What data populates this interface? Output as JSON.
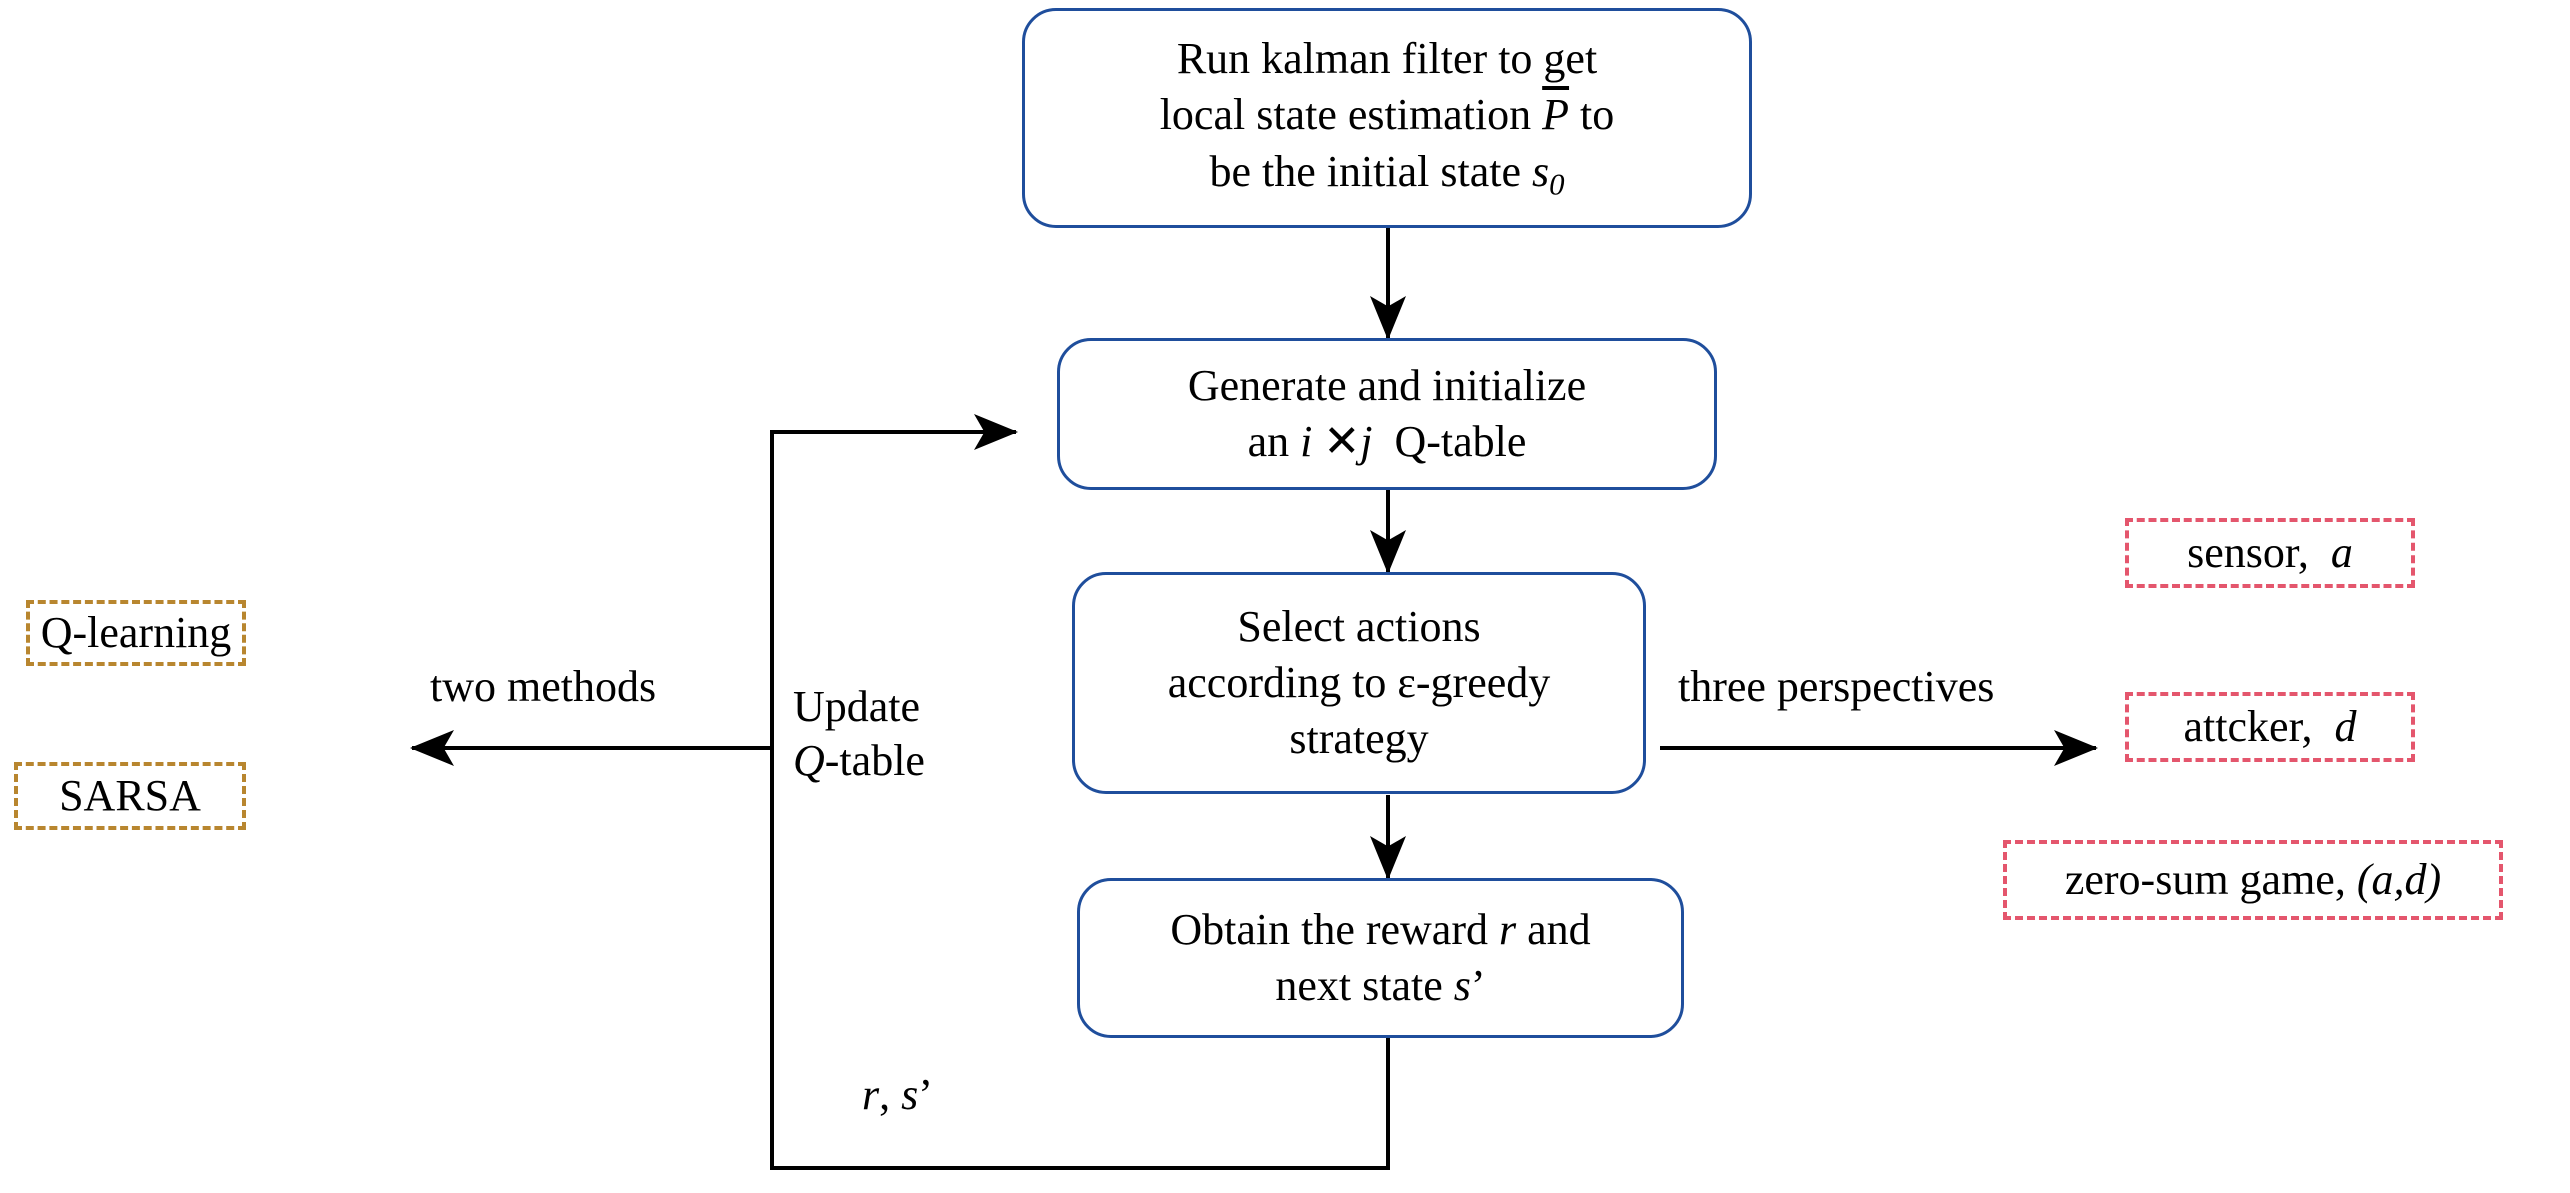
{
  "diagram": {
    "title": "Kalman-filter initialized reinforcement learning flowchart",
    "colors": {
      "process_border": "#1F4E9C",
      "methods_dashed_border": "#B8862F",
      "perspectives_dashed_border": "#E4566D",
      "arrow": "#000000",
      "background": "#FFFFFF"
    }
  },
  "process_boxes": [
    {
      "id": "kalman-init",
      "lines": [
        "Run kalman filter to get",
        "local state estimation P̄ to",
        "be the initial state s₀"
      ],
      "line1": "Run kalman filter to get",
      "line2_pre": "local state estimation ",
      "line2_sym": "P",
      "line2_post": " to",
      "line3_pre": "be the initial state ",
      "line3_sym": "s",
      "line3_sub": "0"
    },
    {
      "id": "generate-qtable",
      "line1": "Generate and initialize",
      "line2_pre": "an ",
      "line2_i": "i",
      "line2_times": "✕",
      "line2_j": "j",
      "line2_post": "Q-table"
    },
    {
      "id": "select-actions",
      "line1": "Select actions",
      "line2": "according to ε-greedy",
      "line3": "strategy"
    },
    {
      "id": "obtain-reward",
      "line1_pre": "Obtain the reward ",
      "line1_sym": "r",
      "line1_post": " and",
      "line2_pre": "next state ",
      "line2_sym": "s",
      "line2_post": "’"
    }
  ],
  "edge_labels": {
    "two_methods": "two methods",
    "three_perspectives": "three perspectives",
    "update_line1": "Update",
    "update_q": "Q",
    "update_line2_rest": "-table",
    "feedback_r": "r",
    "feedback_sep": ", ",
    "feedback_s": "s",
    "feedback_prime": "’"
  },
  "methods": [
    {
      "id": "q-learning",
      "label": "Q-learning"
    },
    {
      "id": "sarsa",
      "label": "SARSA"
    }
  ],
  "perspectives": [
    {
      "id": "sensor",
      "prefix": "sensor,",
      "symbol": "a"
    },
    {
      "id": "attacker",
      "prefix": "attcker,",
      "symbol": "d"
    },
    {
      "id": "zero-sum-game",
      "prefix": "zero-sum game,",
      "symbol": "(a,d)"
    }
  ]
}
